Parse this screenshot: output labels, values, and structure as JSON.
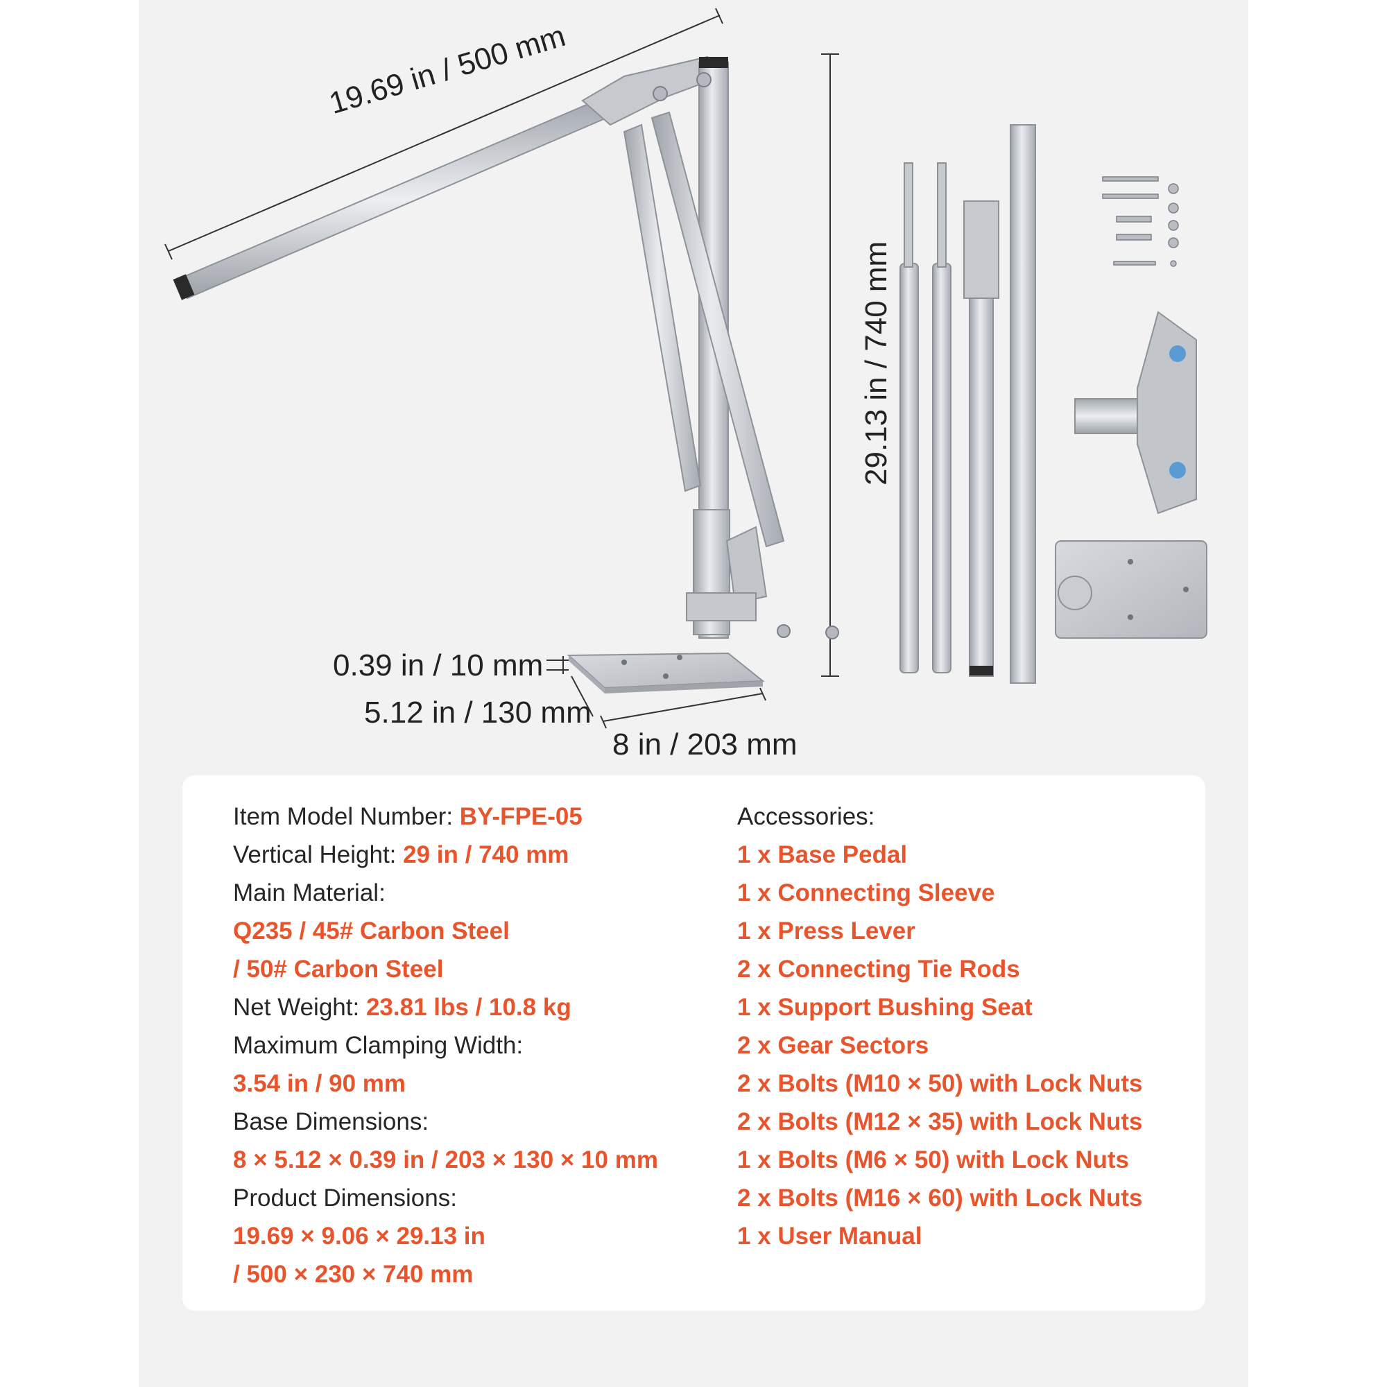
{
  "dimensions": {
    "lever_length": "19.69 in / 500 mm",
    "vertical_height": "29.13 in / 740 mm",
    "base_thickness": "0.39 in / 10 mm",
    "base_depth": "5.12 in / 130 mm",
    "base_width": "8 in / 203 mm"
  },
  "colors": {
    "accent": "#e8542c",
    "text": "#262626",
    "card": "#ffffff",
    "background": "#f2f2f3",
    "metal": "#c9ccd1"
  },
  "specs": {
    "model_label": "Item Model Number:",
    "model_value": "BY-FPE-05",
    "height_label": "Vertical Height:",
    "height_value": "29 in / 740 mm",
    "material_label": "Main Material:",
    "material_value_1": "Q235 / 45# Carbon Steel",
    "material_value_2": "/ 50# Carbon Steel",
    "weight_label": "Net Weight:",
    "weight_value": "23.81 lbs / 10.8 kg",
    "clamp_label": "Maximum Clamping Width:",
    "clamp_value": "3.54 in / 90 mm",
    "base_label": "Base Dimensions:",
    "base_value": "8 × 5.12 × 0.39 in / 203 × 130 × 10 mm",
    "product_label": "Product Dimensions:",
    "product_value_1": "19.69 × 9.06 × 29.13 in",
    "product_value_2": "/ 500 × 230 × 740 mm"
  },
  "accessories": {
    "title": "Accessories:",
    "items": [
      "1 x Base Pedal",
      "1 x Connecting Sleeve",
      "1 x Press Lever",
      "2 x Connecting Tie Rods",
      "1 x Support Bushing Seat",
      "2 x Gear Sectors",
      "2 x Bolts (M10 × 50) with Lock Nuts",
      "2 x Bolts (M12 × 35) with Lock Nuts",
      "1 x Bolts (M6 × 50) with Lock Nuts",
      "2 x Bolts (M16 × 60) with Lock Nuts",
      "1 x User Manual"
    ]
  }
}
